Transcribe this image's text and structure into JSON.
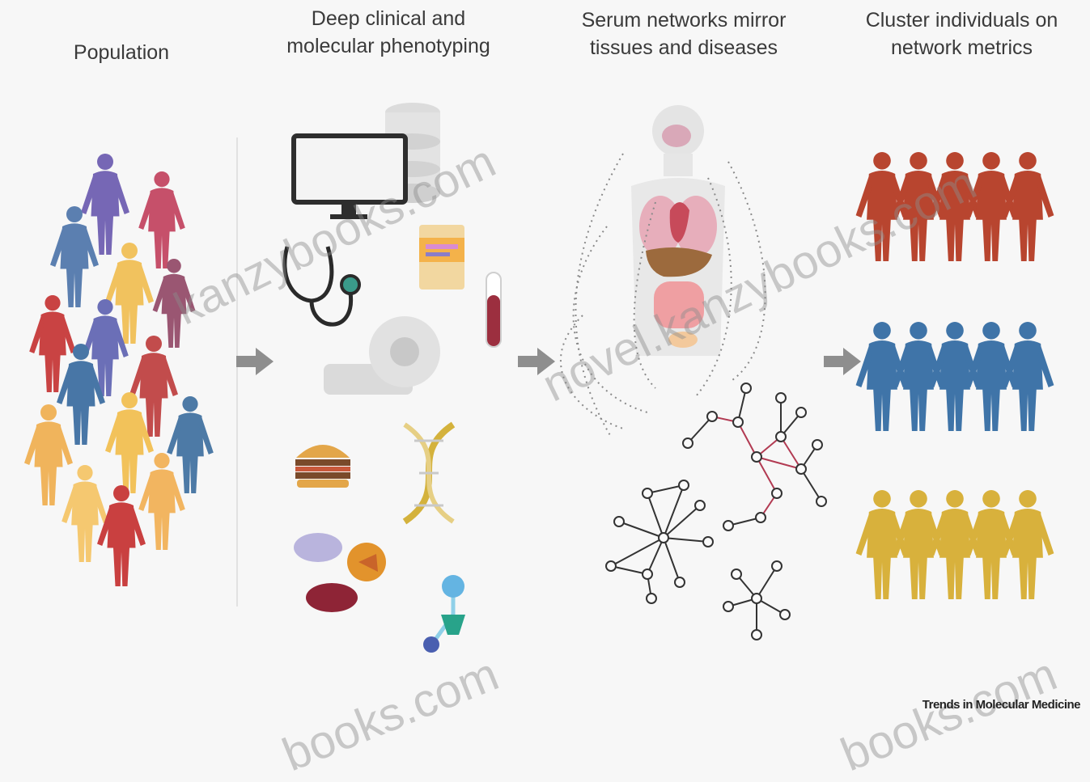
{
  "panels": [
    {
      "line1": "Population",
      "line2": ""
    },
    {
      "line1": "Deep clinical and",
      "line2": "molecular phenotyping"
    },
    {
      "line1": "Serum networks mirror",
      "line2": "tissues and diseases"
    },
    {
      "line1": "Cluster individuals on",
      "line2": "network metrics"
    }
  ],
  "watermarks": [
    "kanzybooks.com",
    "novel.kanzybooks.com",
    "books.com",
    "books.com"
  ],
  "journal_credit": "Trends in Molecular Medicine",
  "colors": {
    "cluster_red": "#b8452f",
    "cluster_blue": "#3f74a8",
    "cluster_yellow": "#d8b13c",
    "network_red_edges": "#b23a52",
    "arrow_gray": "#8e8e8e"
  },
  "icons": [
    "people-icon",
    "monitor-icon",
    "database-icon",
    "stethoscope-icon",
    "pill-bottle-icon",
    "blood-tube-icon",
    "mri-scanner-icon",
    "burger-icon",
    "dna-icon",
    "food-icon",
    "molecule-icon",
    "anatomy-icon",
    "network-icon"
  ]
}
